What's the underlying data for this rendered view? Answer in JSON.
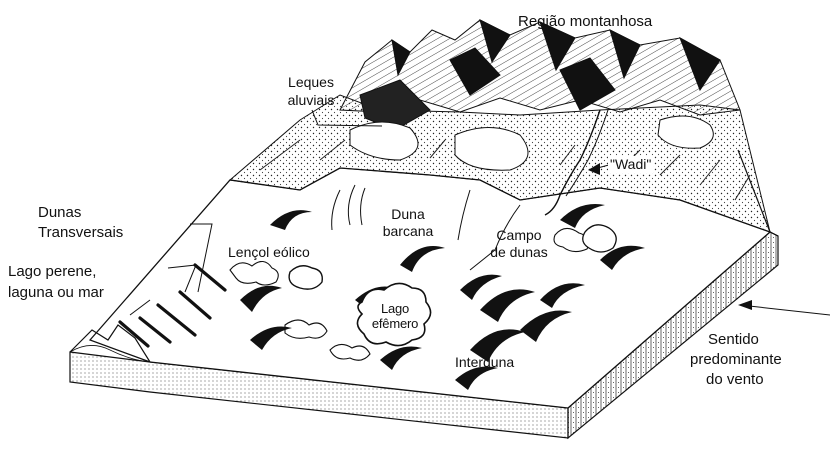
{
  "labels": {
    "mountain_region": "Região montanhosa",
    "alluvial_fans_1": "Leques",
    "alluvial_fans_2": "aluviais",
    "wadi": "\"Wadi\"",
    "transverse_dunes_1": "Dunas",
    "transverse_dunes_2": "Transversais",
    "aeolian_sheet": "Lençol eólico",
    "barchan_dune_1": "Duna",
    "barchan_dune_2": "barcana",
    "dune_field_1": "Campo",
    "dune_field_2": "de dunas",
    "perennial_lake_1": "Lago perene,",
    "perennial_lake_2": "laguna ou mar",
    "ephemeral_lake_1": "Lago",
    "ephemeral_lake_2": "efêmero",
    "interdune": "Interduna",
    "wind_direction_1": "Sentido",
    "wind_direction_2": "predominante",
    "wind_direction_3": "do vento"
  },
  "colors": {
    "ink": "#111111",
    "paper": "#ffffff"
  }
}
